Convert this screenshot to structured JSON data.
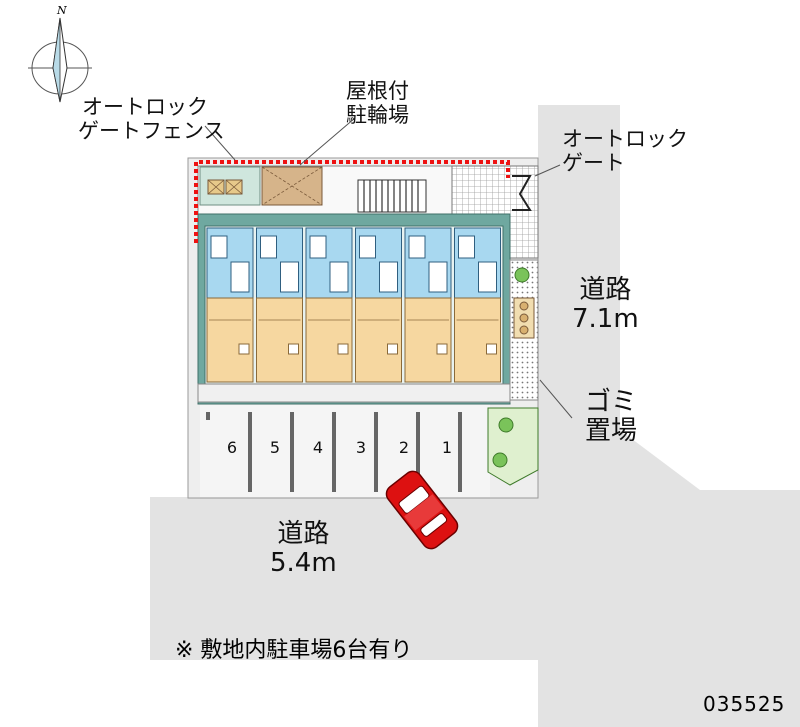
{
  "compass": {
    "north": "N"
  },
  "labels": {
    "auto_lock_fence_line1": "オートロック",
    "auto_lock_fence_line2": "ゲートフェンス",
    "roof_bike_line1": "屋根付",
    "roof_bike_line2": "駐輪場",
    "auto_lock_gate_line1": "オートロック",
    "auto_lock_gate_line2": "ゲート",
    "road_east_name": "道路",
    "road_east_width": "7.1m",
    "garbage_line1": "ゴミ",
    "garbage_line2": "置場",
    "road_south_name": "道路",
    "road_south_width": "5.4m"
  },
  "parking_stalls": [
    "6",
    "5",
    "4",
    "3",
    "2",
    "1"
  ],
  "note": "※ 敷地内駐車場6台有り",
  "code": "035525",
  "colors": {
    "road": "#e3e3e3",
    "site_ground": "#eeeeee",
    "building_frame": "#6fa8a0",
    "unit_room": "#f6d7a0",
    "wet_area": "#a8d8f0",
    "fence": "#ee1111",
    "car": "#dd1111",
    "planting": "#7ac35a"
  }
}
